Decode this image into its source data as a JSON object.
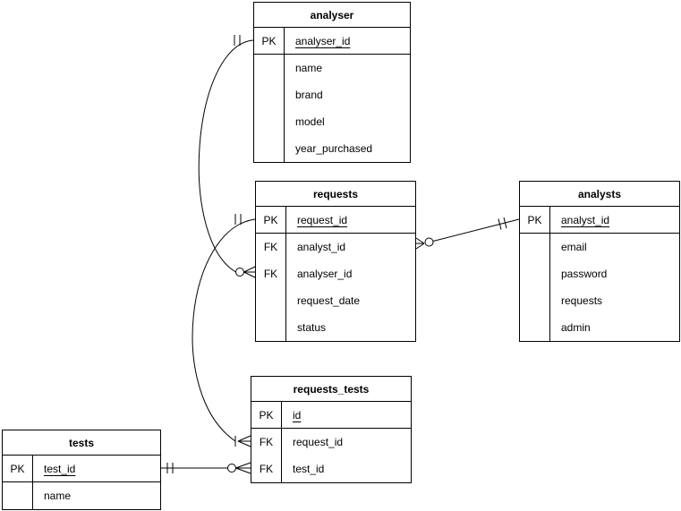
{
  "diagram": {
    "type": "entity-relationship",
    "background_color": "#ffffff",
    "line_color": "#000000",
    "text_color": "#000000"
  },
  "entities": {
    "analyser": {
      "title": "analyser",
      "rows": [
        {
          "key": "PK",
          "label": "analyser_id",
          "pk": true
        },
        {
          "key": "",
          "label": "name"
        },
        {
          "key": "",
          "label": "brand"
        },
        {
          "key": "",
          "label": "model"
        },
        {
          "key": "",
          "label": "year_purchased"
        }
      ]
    },
    "requests": {
      "title": "requests",
      "rows": [
        {
          "key": "PK",
          "label": "request_id",
          "pk": true
        },
        {
          "key": "FK",
          "label": "analyst_id"
        },
        {
          "key": "FK",
          "label": "analyser_id"
        },
        {
          "key": "",
          "label": "request_date"
        },
        {
          "key": "",
          "label": "status"
        }
      ]
    },
    "analysts": {
      "title": "analysts",
      "rows": [
        {
          "key": "PK",
          "label": "analyst_id",
          "pk": true
        },
        {
          "key": "",
          "label": "email"
        },
        {
          "key": "",
          "label": "password"
        },
        {
          "key": "",
          "label": "requests"
        },
        {
          "key": "",
          "label": "admin"
        }
      ]
    },
    "requests_tests": {
      "title": "requests_tests",
      "rows": [
        {
          "key": "PK",
          "label": "id",
          "pk": true
        },
        {
          "key": "FK",
          "label": "request_id"
        },
        {
          "key": "FK",
          "label": "test_id"
        }
      ]
    },
    "tests": {
      "title": "tests",
      "rows": [
        {
          "key": "PK",
          "label": "test_id",
          "pk": true
        },
        {
          "key": "",
          "label": "name"
        }
      ]
    }
  },
  "relationships": [
    {
      "from_entity": "analyser",
      "from_field": "analyser_id",
      "from_cardinality": "one-and-only-one",
      "to_entity": "requests",
      "to_field": "analyser_id",
      "to_cardinality": "zero-or-many"
    },
    {
      "from_entity": "analysts",
      "from_field": "analyst_id",
      "from_cardinality": "one-and-only-one",
      "to_entity": "requests",
      "to_field": "analyst_id",
      "to_cardinality": "zero-or-many"
    },
    {
      "from_entity": "requests",
      "from_field": "request_id",
      "from_cardinality": "one-and-only-one",
      "to_entity": "requests_tests",
      "to_field": "request_id",
      "to_cardinality": "one-or-many"
    },
    {
      "from_entity": "tests",
      "from_field": "test_id",
      "from_cardinality": "one-and-only-one",
      "to_entity": "requests_tests",
      "to_field": "test_id",
      "to_cardinality": "zero-or-many"
    }
  ]
}
